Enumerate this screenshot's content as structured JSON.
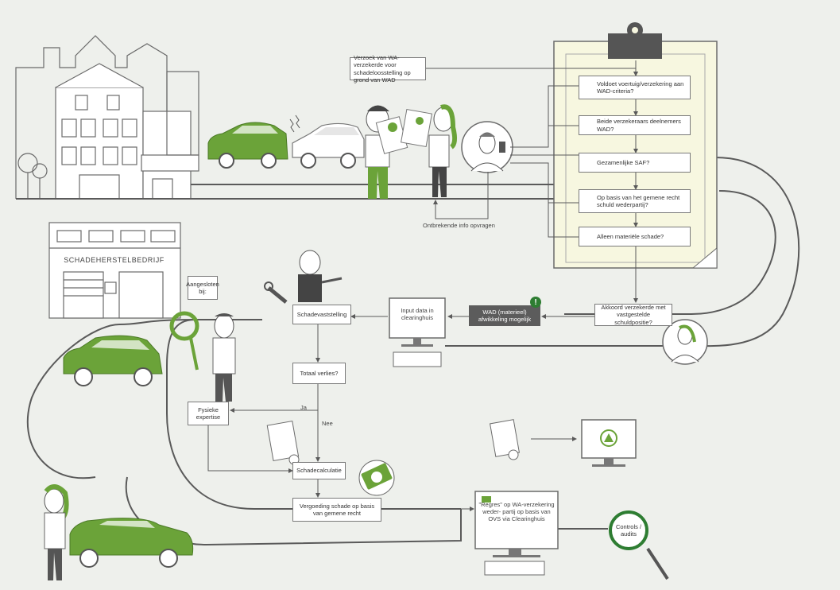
{
  "colors": {
    "green": "#6ba339",
    "dark_green": "#2e7d32",
    "line": "#5a5a5a",
    "outline": "#6a6a6a",
    "background": "#eef0ec",
    "clipboard": "#f7f7e0",
    "dark_box": "#5c5c5c"
  },
  "signs": {
    "repair_shop": "SCHADEHERSTELBEDRIJF"
  },
  "request_box": "Verzoek van WA-verzekerde voor schadeloosstelling op grond van WAD",
  "missing_info": "Ontbrekende info opvragen",
  "checklist": [
    "Voldoet voertuig/verzekering aan WAD-criteria?",
    "Beide verzekeraars deelnemers WAD?",
    "Gezamenlijke SAF?",
    "Op basis van het gemene recht schuld wederpartij?",
    "Alleen materiële schade?"
  ],
  "agreement": "Akkoord verzekerde met vastgestelde schuldpositie?",
  "wad_box": "WAD (materieel) afwikkeling mogelijk",
  "wad_alert": "!",
  "input_data": "Input data in clearinghuis",
  "damage_assessment": "Schadevaststelling",
  "connected": "Aangesloten bij:",
  "total_loss": "Totaal verlies?",
  "yes": "Ja",
  "no": "Nee",
  "physical_expertise": "Fysieke expertise",
  "damage_calculation": "Schadecalculatie",
  "compensation": "Vergoeding schade op basis van gemene recht",
  "recourse": "\"Regres\" op WA-verzekering weder- partij op basis van OVS via Clearinghuis",
  "controls": "Controls / audits",
  "currency_symbol": "€"
}
